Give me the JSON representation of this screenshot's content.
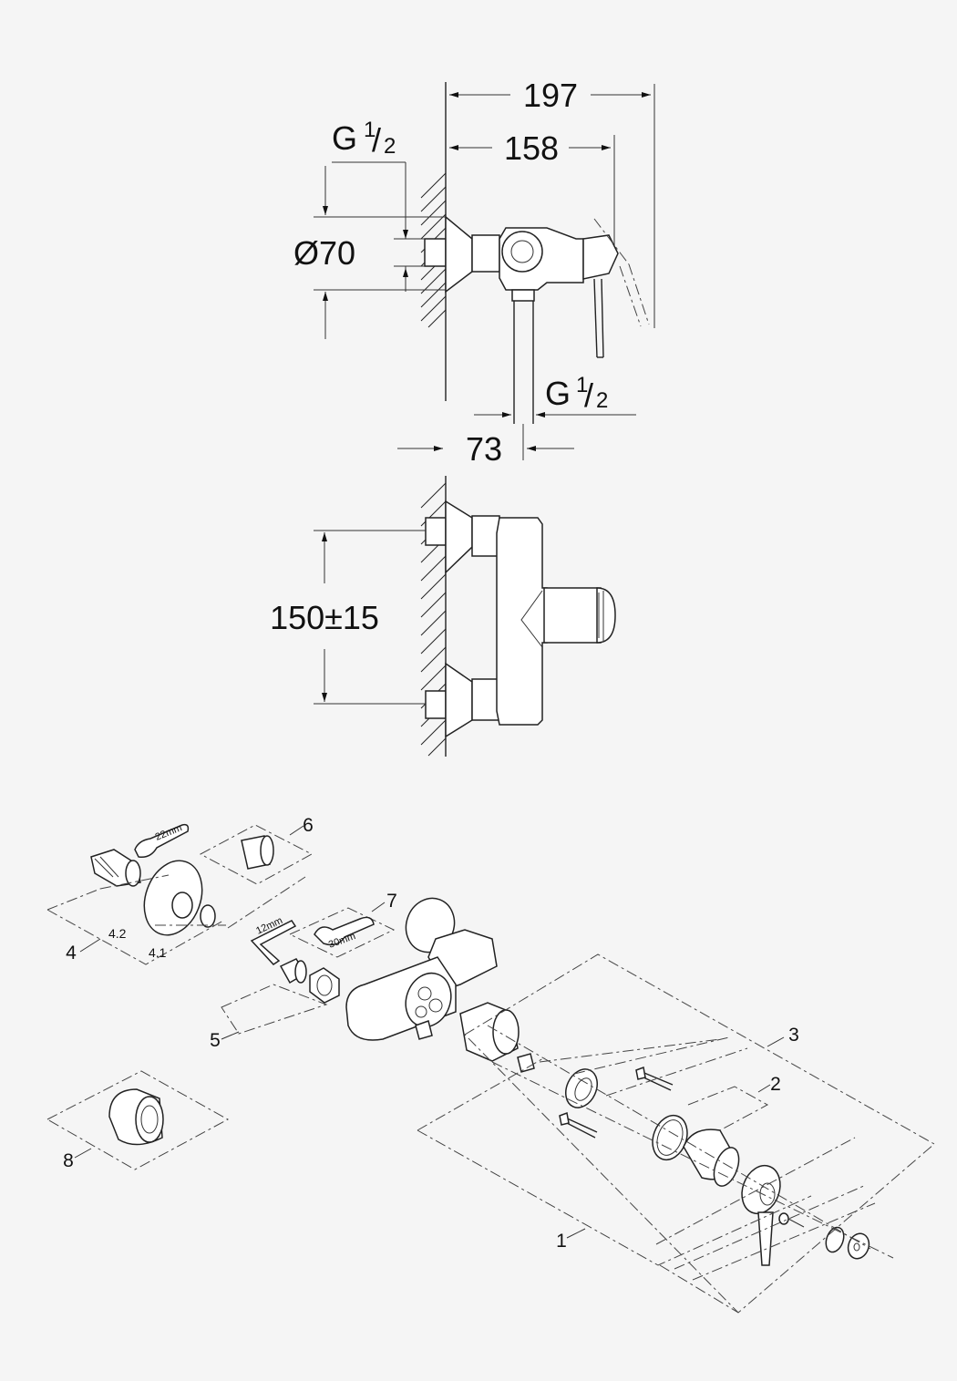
{
  "dimensions": {
    "width_total": "197",
    "width_lever": "158",
    "thread_top": "G",
    "thread_top_num": "1",
    "thread_top_den": "2",
    "diameter": "Ø70",
    "thread_bottom": "G",
    "thread_bottom_num": "1",
    "thread_bottom_den": "2",
    "offset": "73",
    "spacing": "150±15"
  },
  "parts": {
    "p1": "1",
    "p2": "2",
    "p3": "3",
    "p4": "4",
    "p41": "4.1",
    "p42": "4.2",
    "p5": "5",
    "p6": "6",
    "p7": "7",
    "p8": "8"
  },
  "tools": {
    "wrench_22": "22mm",
    "hex_12": "12mm",
    "spanner_30": "30mm"
  }
}
